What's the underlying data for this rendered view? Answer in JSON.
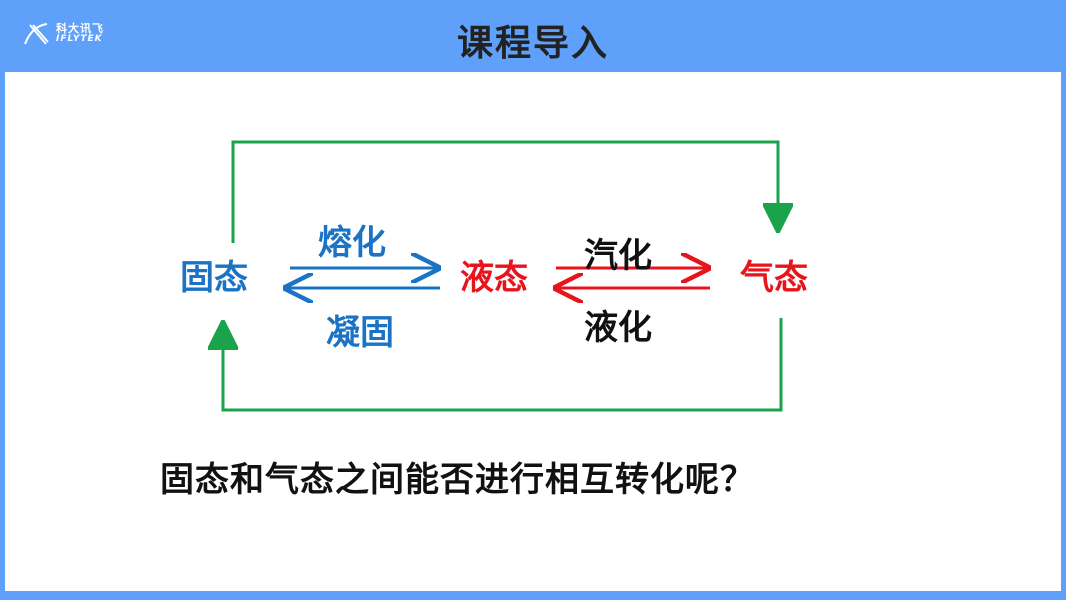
{
  "header": {
    "title": "课程导入",
    "logo_cn": "科大讯飞",
    "logo_en": "IFLYTEK"
  },
  "diagram": {
    "solid": "固态",
    "liquid": "液态",
    "gas": "气态",
    "melting": "熔化",
    "solidification": "凝固",
    "vaporization": "汽化",
    "liquefaction": "液化"
  },
  "question": "固态和气态之间能否进行相互转化呢？",
  "colors": {
    "frame": "#5fa0fb",
    "blue": "#1a73c4",
    "red": "#e8141c",
    "green": "#1aa34a"
  }
}
